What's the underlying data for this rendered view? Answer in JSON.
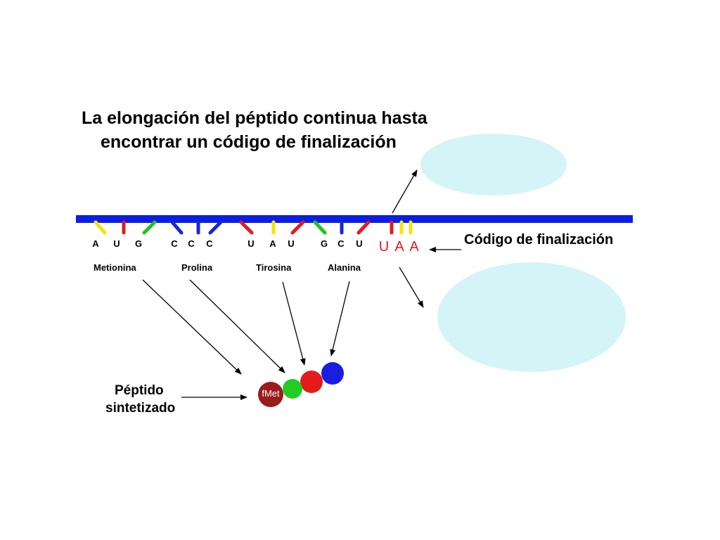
{
  "title": {
    "line1": "La elongación del péptido continua hasta",
    "line2": "encontrar un código de finalización"
  },
  "codons": [
    {
      "letters": [
        "A",
        "U",
        "G"
      ],
      "amino_acid": "Metionina"
    },
    {
      "letters": [
        "C",
        "C",
        "C"
      ],
      "amino_acid": "Prolina"
    },
    {
      "letters": [
        "U",
        "A",
        "U"
      ],
      "amino_acid": "Tirosina"
    },
    {
      "letters": [
        "G",
        "C",
        "U"
      ],
      "amino_acid": "Alanina"
    }
  ],
  "stop_codon": {
    "letters": [
      "U",
      "A",
      "A"
    ],
    "label": "Código de finalización",
    "color": "#e31b1b"
  },
  "peptide": {
    "label_line1": "Péptido",
    "label_line2": "sintetizado",
    "first_residue": "fMet"
  },
  "colors": {
    "mrna_strand": "#0b1ee6",
    "A": "#f2e600",
    "U": "#e31b1b",
    "G": "#22c41e",
    "C": "#1528d6",
    "ribosome_subunit": "#d4f4f7",
    "fmet_bead": "#9b1c1c",
    "bead_green": "#22cc22",
    "bead_red": "#e31b1b",
    "bead_blue": "#1a1ee0"
  }
}
